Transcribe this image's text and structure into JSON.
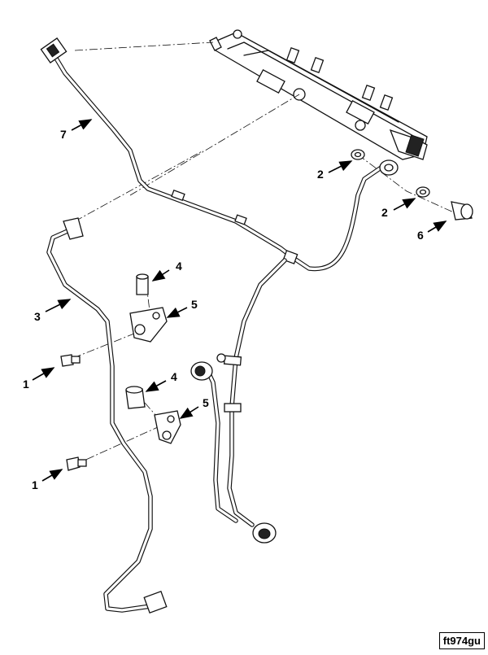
{
  "figure_id": "ft974gu",
  "callouts": {
    "c7": "7",
    "c2a": "2",
    "c2b": "2",
    "c6": "6",
    "c4a": "4",
    "c5a": "5",
    "c3": "3",
    "c1a": "1",
    "c4b": "4",
    "c5b": "5",
    "c1b": "1"
  },
  "icons": {
    "arrow": "leader-arrow-icon"
  }
}
